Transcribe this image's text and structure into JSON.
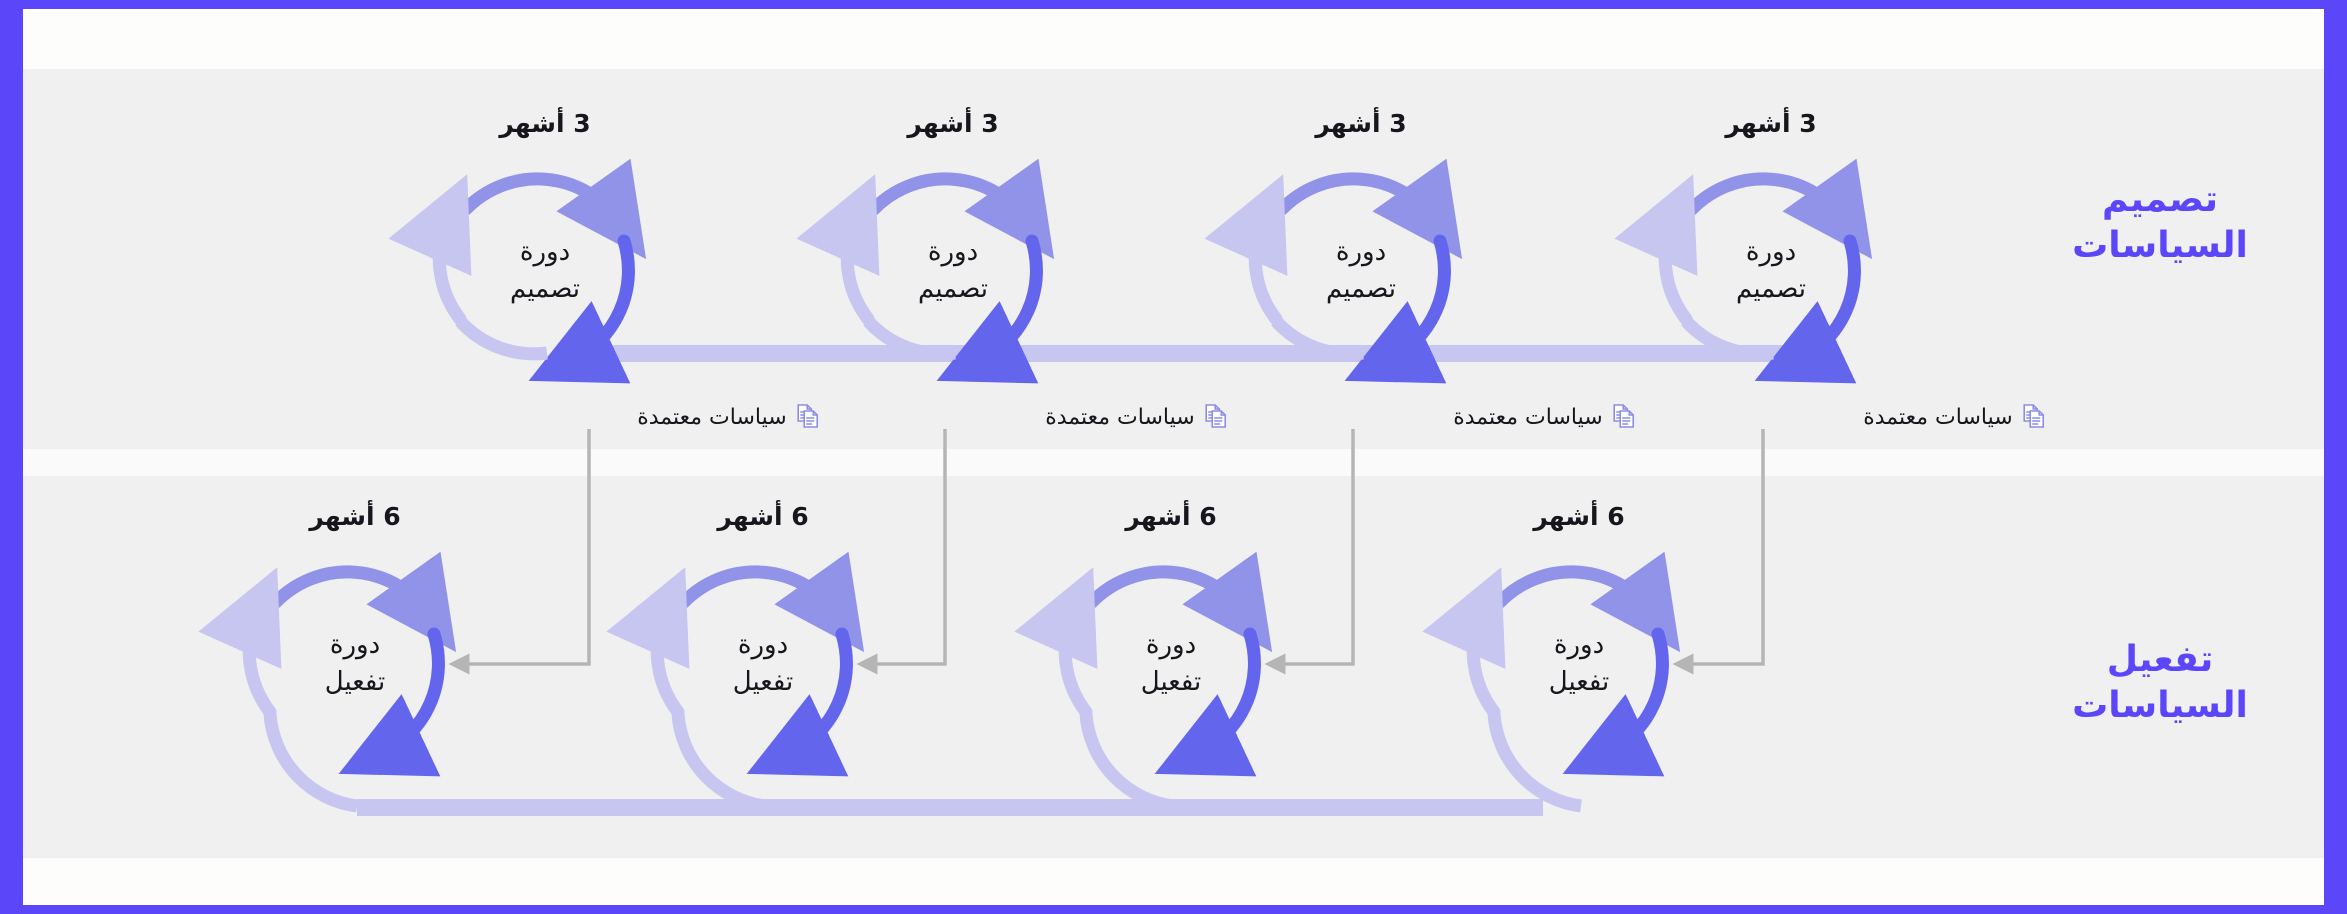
{
  "meta": {
    "direction": "rtl",
    "language": "ar"
  },
  "theme": {
    "page_border": "#5b46fa",
    "page_background": "#fdfdfc",
    "band_background": "#f0f0f0",
    "accent": "#5b46fa",
    "arc_light": "#9093e8",
    "arc_pale": "#c6c6f0",
    "arc_dark": "#6366ec",
    "connector_bar": "#c6c6f0",
    "connector_gray": "#b5b5b5",
    "text": "#16161c"
  },
  "sections": [
    {
      "id": "policy-design",
      "title": "تصميم\nالسياسات",
      "title_line1": "تصميم",
      "title_line2": "السياسات"
    },
    {
      "id": "policy-activation",
      "title": "تفعيل\nالسياسات",
      "title_line1": "تفعيل",
      "title_line2": "السياسات"
    }
  ],
  "design_cycles": [
    {
      "duration": "3 أشهر",
      "label_line1": "دورة",
      "label_line2": "تصميم",
      "output_label": "سياسات معتمدة",
      "output_icon": "documents-copy-icon"
    },
    {
      "duration": "3 أشهر",
      "label_line1": "دورة",
      "label_line2": "تصميم",
      "output_label": "سياسات معتمدة",
      "output_icon": "documents-copy-icon"
    },
    {
      "duration": "3 أشهر",
      "label_line1": "دورة",
      "label_line2": "تصميم",
      "output_label": "سياسات معتمدة",
      "output_icon": "documents-copy-icon"
    },
    {
      "duration": "3 أشهر",
      "label_line1": "دورة",
      "label_line2": "تصميم",
      "output_label": "سياسات معتمدة",
      "output_icon": "documents-copy-icon"
    }
  ],
  "activation_cycles": [
    {
      "duration": "6 أشهر",
      "label_line1": "دورة",
      "label_line2": "تفعيل"
    },
    {
      "duration": "6 أشهر",
      "label_line1": "دورة",
      "label_line2": "تفعيل"
    },
    {
      "duration": "6 أشهر",
      "label_line1": "دورة",
      "label_line2": "تفعيل"
    },
    {
      "duration": "6 أشهر",
      "label_line1": "دورة",
      "label_line2": "تفعيل"
    }
  ]
}
